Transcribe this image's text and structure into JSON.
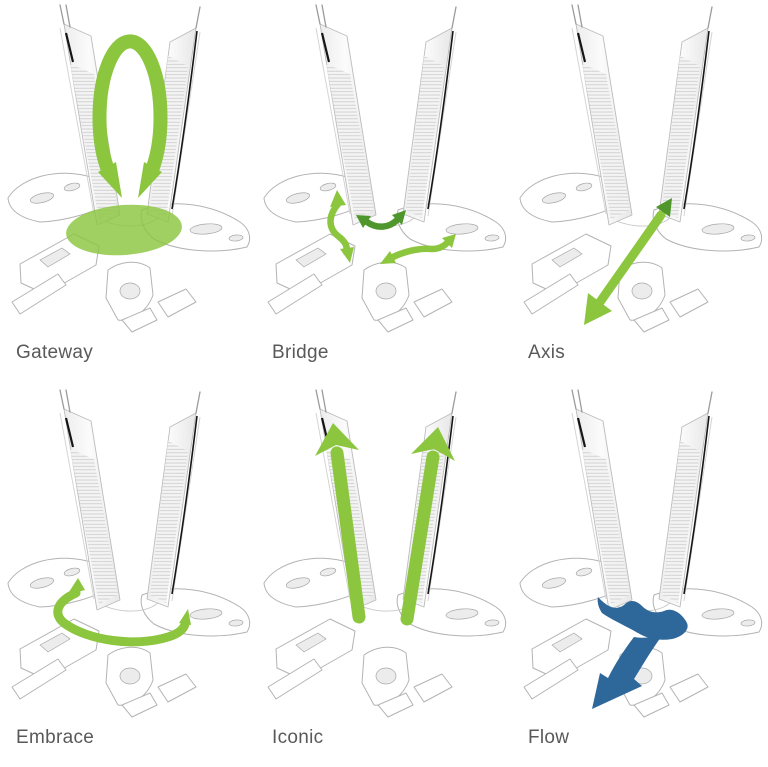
{
  "colors": {
    "green": "#8CC63F",
    "green_dark": "#4F962D",
    "blue": "#2E679A",
    "label_text": "#595959"
  },
  "panels": [
    {
      "id": "gateway",
      "label": "Gateway"
    },
    {
      "id": "bridge",
      "label": "Bridge"
    },
    {
      "id": "axis",
      "label": "Axis"
    },
    {
      "id": "embrace",
      "label": "Embrace"
    },
    {
      "id": "iconic",
      "label": "Iconic"
    },
    {
      "id": "flow",
      "label": "Flow"
    }
  ]
}
